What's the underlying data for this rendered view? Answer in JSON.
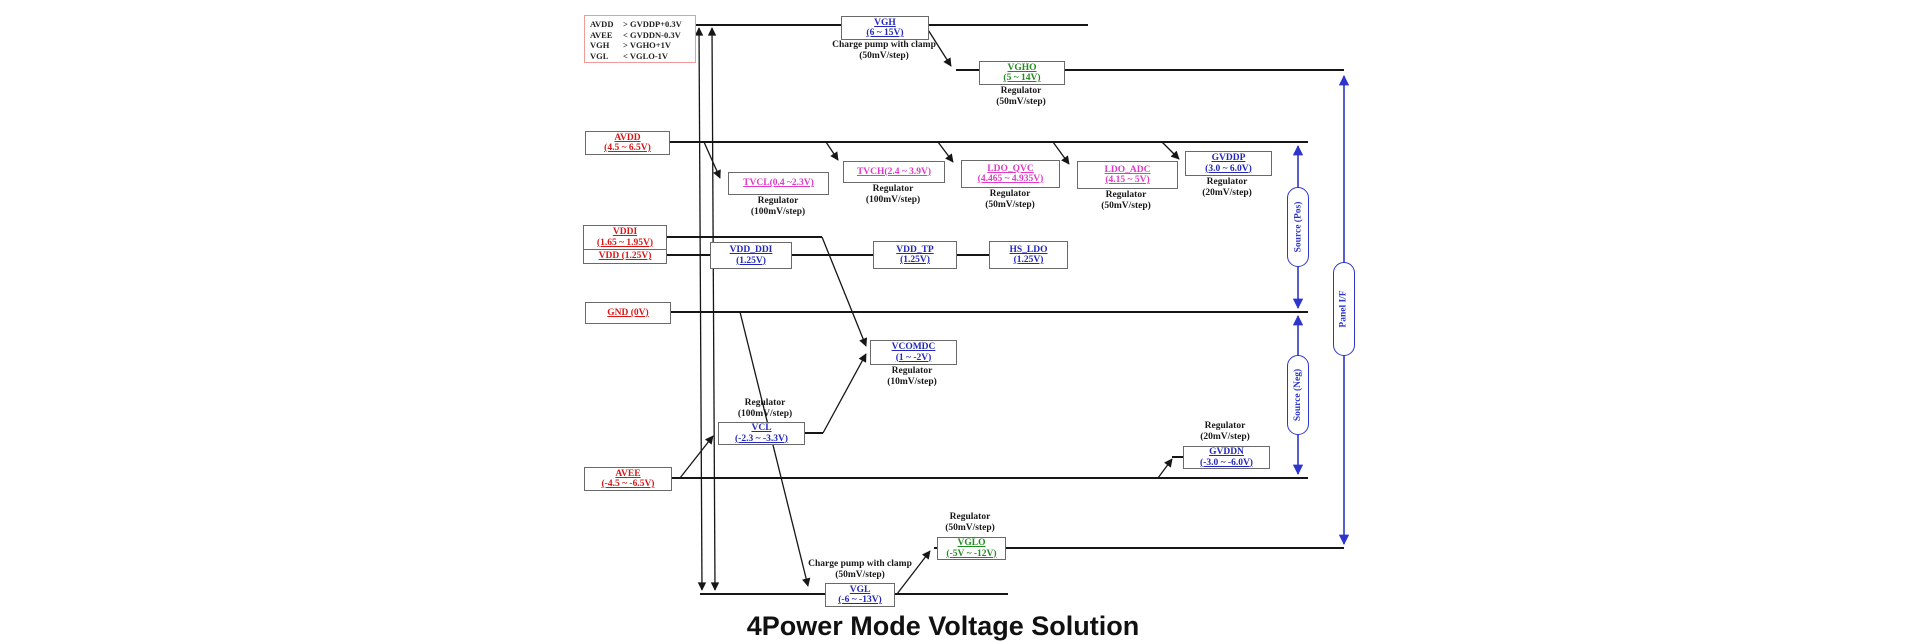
{
  "title": "4Power Mode Voltage Solution",
  "legend": {
    "rows": [
      {
        "name": "AVDD",
        "cond": "> GVDDP+0.3V"
      },
      {
        "name": "AVEE",
        "cond": "< GVDDN-0.3V"
      },
      {
        "name": "VGH",
        "cond": "> VGHO+1V"
      },
      {
        "name": "VGL",
        "cond": "< VGLO-1V"
      }
    ]
  },
  "boxes": {
    "vgh": {
      "name": "VGH",
      "range": "(6 ~ 15V)"
    },
    "vgho": {
      "name": "VGHO",
      "range": "(5 ~ 14V)"
    },
    "avdd": {
      "name": "AVDD",
      "range": "(4.5 ~ 6.5V)"
    },
    "tvcl": {
      "name": "TVCL(0.4 ~2.3V)"
    },
    "tvch": {
      "name": "TVCH(2.4 ~ 3.9V)"
    },
    "ldo_qvc": {
      "name": "LDO_QVC",
      "range": "(4.465 ~ 4.935V)"
    },
    "ldo_adc": {
      "name": "LDO_ADC",
      "range": "(4.15 ~ 5V)"
    },
    "gvddp": {
      "name": "GVDDP",
      "range": "(3.0 ~ 6.0V)"
    },
    "vddi": {
      "name": "VDDI",
      "range": "(1.65 ~ 1.95V)"
    },
    "vdd": {
      "name": "VDD (1.25V)"
    },
    "vdd_ddi": {
      "name": "VDD_DDI",
      "range": "(1.25V)"
    },
    "vdd_tp": {
      "name": "VDD_TP",
      "range": "(1.25V)"
    },
    "hs_ldo": {
      "name": "HS_LDO",
      "range": "(1.25V)"
    },
    "gnd": {
      "name": "GND (0V)"
    },
    "vcomdc": {
      "name": "VCOMDC",
      "range": "(1 ~ -2V)"
    },
    "vcl": {
      "name": "VCL",
      "range": "(-2.3 ~ -3.3V)"
    },
    "avee": {
      "name": "AVEE",
      "range": "(-4.5 ~ -6.5V)"
    },
    "gvddn": {
      "name": "GVDDN",
      "range": "(-3.0 ~ -6.0V)"
    },
    "vglo": {
      "name": "VGLO",
      "range": "(-5V ~ -12V)"
    },
    "vgl": {
      "name": "VGL",
      "range": "(-6 ~ -13V)"
    }
  },
  "notes": {
    "vgh": {
      "l1": "Charge pump with clamp",
      "l2": "(50mV/step)"
    },
    "vgho": {
      "l1": "Regulator",
      "l2": "(50mV/step)"
    },
    "tvcl": {
      "l1": "Regulator",
      "l2": "(100mV/step)"
    },
    "tvch": {
      "l1": "Regulator",
      "l2": "(100mV/step)"
    },
    "ldo_qvc": {
      "l1": "Regulator",
      "l2": "(50mV/step)"
    },
    "ldo_adc": {
      "l1": "Regulator",
      "l2": "(50mV/step)"
    },
    "gvddp": {
      "l1": "Regulator",
      "l2": "(20mV/step)"
    },
    "vcomdc": {
      "l1": "Regulator",
      "l2": "(10mV/step)"
    },
    "vcl": {
      "l1": "Regulator",
      "l2": "(100mV/step)"
    },
    "gvddn": {
      "l1": "Regulator",
      "l2": "(20mV/step)"
    },
    "vglo": {
      "l1": "Regulator",
      "l2": "(50mV/step)"
    },
    "vgl": {
      "l1": "Charge pump with clamp",
      "l2": "(50mV/step)"
    }
  },
  "capsules": {
    "source_pos": "Source (Pos)",
    "source_neg": "Source (Neg)",
    "panel_if": "Panel I/F"
  },
  "colors": {
    "red": "#d91616",
    "blue": "#2328bb",
    "green": "#1f8c1f",
    "magenta": "#e03ac8",
    "busblue": "#2d35cc",
    "legendborder": "#f09a9a"
  }
}
